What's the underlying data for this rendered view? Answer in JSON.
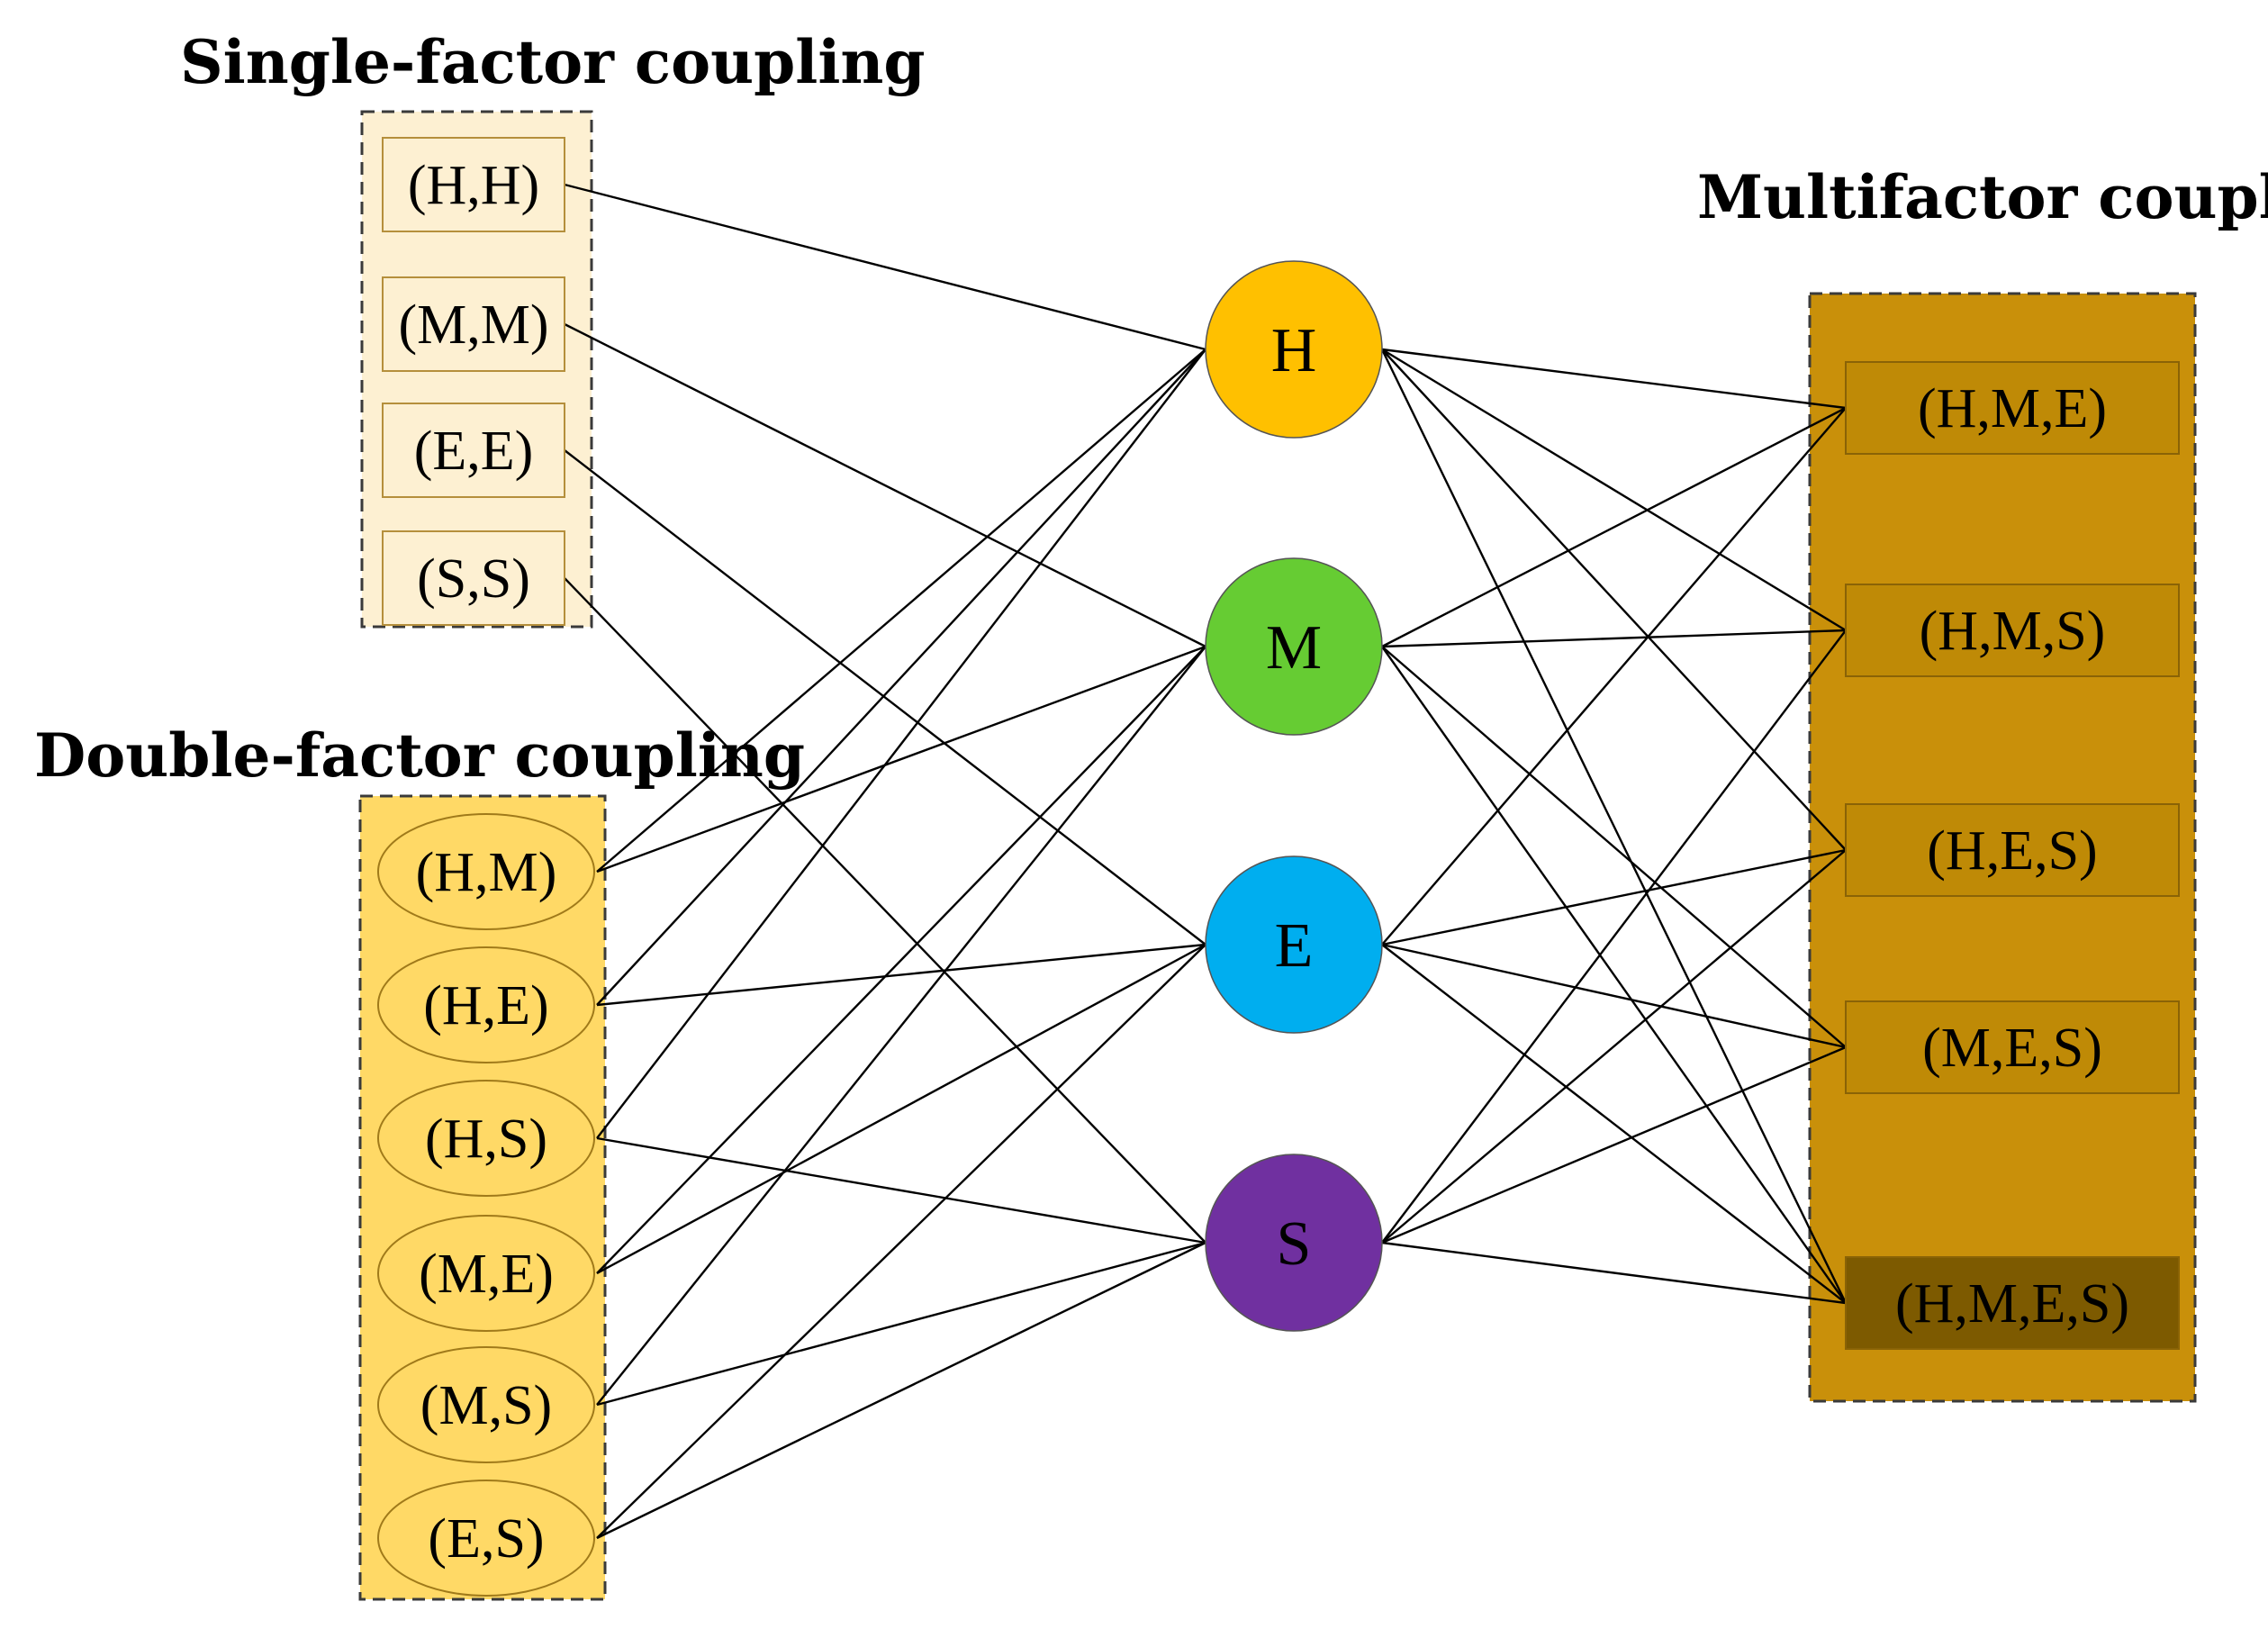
{
  "headings": {
    "single": "Single-factor coupling",
    "double": "Double-factor coupling",
    "multi": "Multifactor coupling"
  },
  "colors": {
    "single_group_fill": "#fdf0d2",
    "double_group_fill": "#ffd966",
    "multi_group_fill": "#c9900a",
    "multi_item_fill": "#bf8a06",
    "multi_item_dark_fill": "#7d5a00",
    "H": "#ffc000",
    "M": "#66cc33",
    "E": "#00aeef",
    "S": "#7030a0"
  },
  "single_factor": [
    "(H,H)",
    "(M,M)",
    "(E,E)",
    "(S,S)"
  ],
  "double_factor": [
    "(H,M)",
    "(H,E)",
    "(H,S)",
    "(M,E)",
    "(M,S)",
    "(E,S)"
  ],
  "factors": [
    {
      "key": "H",
      "label": "H"
    },
    {
      "key": "M",
      "label": "M"
    },
    {
      "key": "E",
      "label": "E"
    },
    {
      "key": "S",
      "label": "S"
    }
  ],
  "multi_factor": [
    "(H,M,E)",
    "(H,M,S)",
    "(H,E,S)",
    "(M,E,S)",
    "(H,M,E,S)"
  ]
}
